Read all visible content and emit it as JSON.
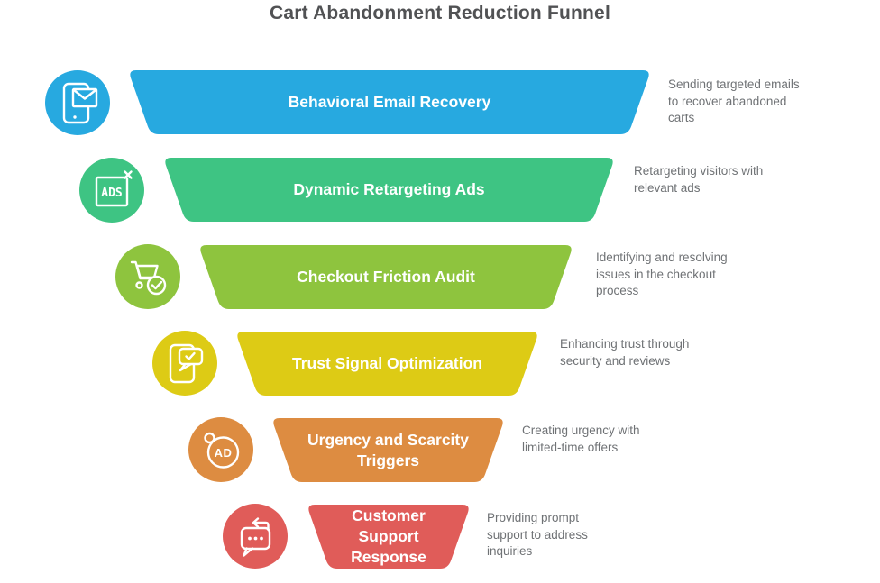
{
  "title": "Cart Abandonment Reduction Funnel",
  "funnel": {
    "stages": [
      {
        "label": "Behavioral Email Recovery",
        "description": "Sending targeted emails\nto recover abandoned\ncarts",
        "color": "#27A9E0",
        "icon": "phone-email-icon"
      },
      {
        "label": "Dynamic Retargeting Ads",
        "description": "Retargeting visitors with\nrelevant ads",
        "color": "#3EC483",
        "icon": "ads-icon"
      },
      {
        "label": "Checkout Friction Audit",
        "description": "Identifying and resolving\nissues in the checkout\nprocess",
        "color": "#8EC43E",
        "icon": "cart-check-icon"
      },
      {
        "label": "Trust Signal Optimization",
        "description": "Enhancing trust through\nsecurity and reviews",
        "color": "#DDCB15",
        "icon": "phone-review-icon"
      },
      {
        "label": "Urgency and Scarcity\nTriggers",
        "description": "Creating urgency with\nlimited-time offers",
        "color": "#DD8C41",
        "icon": "ad-timer-icon"
      },
      {
        "label": "Customer\nSupport\nResponse",
        "description": "Providing prompt\nsupport to address\ninquiries",
        "color": "#E05C59",
        "icon": "chat-reply-icon"
      }
    ]
  },
  "icons": {
    "ads_text": "ADS",
    "ad_text": "AD"
  }
}
